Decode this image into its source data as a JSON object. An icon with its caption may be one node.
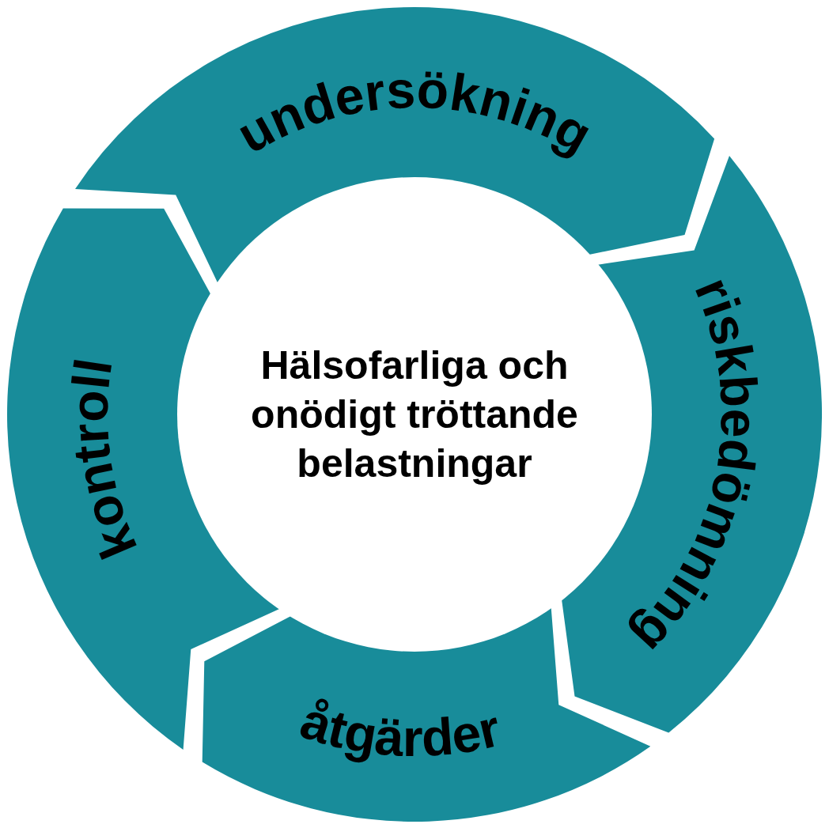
{
  "diagram": {
    "nodes": [
      {
        "text": [
          "undersökning"
        ]
      },
      {
        "text": [
          "riskbedömning"
        ]
      },
      {
        "text": [
          "åtgärder"
        ]
      },
      {
        "text": [
          "kontroll"
        ]
      },
      {
        "text": [
          "Hälsofarliga och onödigt tröttande belastningar"
        ]
      }
    ]
  }
}
